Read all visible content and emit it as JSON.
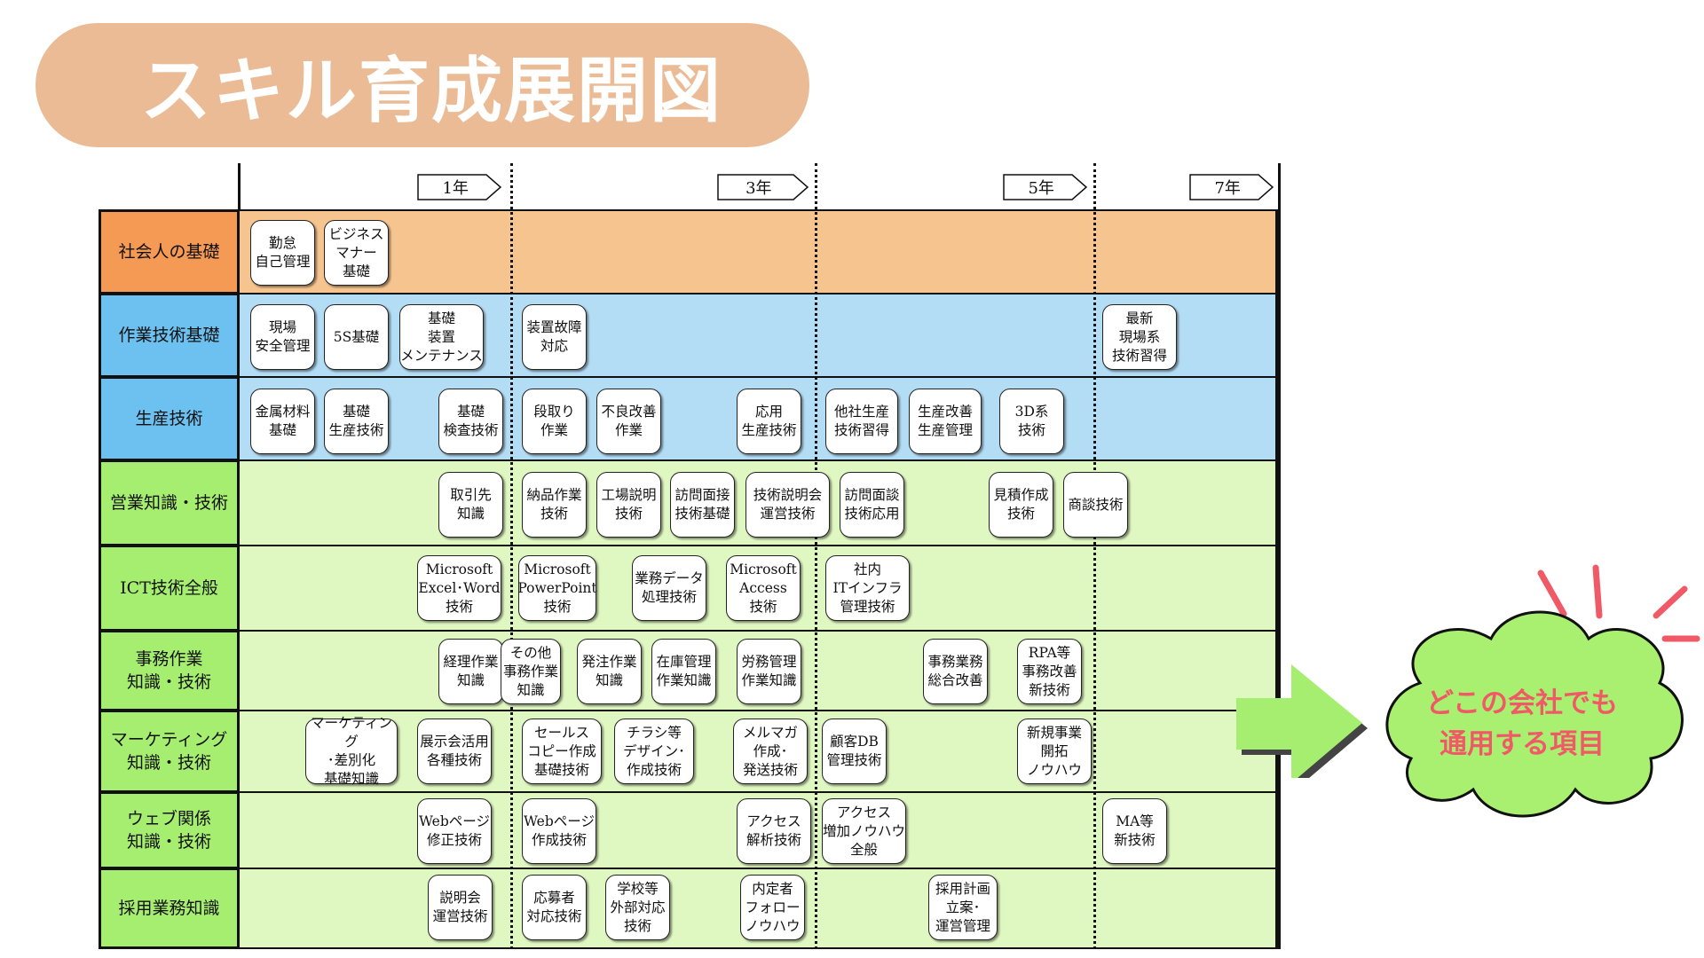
{
  "title": "スキル育成展開図",
  "timeline": [
    "1年",
    "3年",
    "5年",
    "7年"
  ],
  "colors": {
    "title_bg": "#eabb95",
    "basics_row": "#f6c48f",
    "basics_label": "#f59a55",
    "blue_row": "#b3dcf5",
    "blue_label": "#6cc1f0",
    "green_row": "#dff7c0",
    "green_label": "#a6ee70",
    "arrow": "#a6ee70",
    "cloud": "#aaf070",
    "callout_text": "#f05a66"
  },
  "rows": [
    {
      "label": "社会人の基礎",
      "skills": [
        "勤怠\n自己管理",
        "ビジネス\nマナー\n基礎"
      ]
    },
    {
      "label": "作業技術基礎",
      "skills": [
        "現場\n安全管理",
        "5S基礎",
        "基礎\n装置\nメンテナンス",
        "装置故障\n対応",
        "最新\n現場系\n技術習得"
      ]
    },
    {
      "label": "生産技術",
      "skills": [
        "金属材料\n基礎",
        "基礎\n生産技術",
        "基礎\n検査技術",
        "段取り\n作業",
        "不良改善\n作業",
        "応用\n生産技術",
        "他社生産\n技術習得",
        "生産改善\n生産管理",
        "3D系\n技術"
      ]
    },
    {
      "label": "営業知識・技術",
      "skills": [
        "取引先\n知識",
        "納品作業\n技術",
        "工場説明\n技術",
        "訪問面接\n技術基礎",
        "技術説明会\n運営技術",
        "訪問面談\n技術応用",
        "見積作成\n技術",
        "商談技術"
      ]
    },
    {
      "label": "ICT技術全般",
      "skills": [
        "Microsoft\nExcel･Word\n技術",
        "Microsoft\nPowerPoint\n技術",
        "業務データ\n処理技術",
        "Microsoft\nAccess\n技術",
        "社内\nITインフラ\n管理技術"
      ]
    },
    {
      "label": "事務作業\n知識・技術",
      "skills": [
        "経理作業\n知識",
        "その他\n事務作業\n知識",
        "発注作業\n知識",
        "在庫管理\n作業知識",
        "労務管理\n作業知識",
        "事務業務\n総合改善",
        "RPA等\n事務改善\n新技術"
      ]
    },
    {
      "label": "マーケティング\n知識・技術",
      "skills": [
        "マーケティング\n･差別化\n基礎知識",
        "展示会活用\n各種技術",
        "セールス\nコピー作成\n基礎技術",
        "チラシ等\nデザイン･\n作成技術",
        "メルマガ\n作成･\n発送技術",
        "顧客DB\n管理技術",
        "新規事業\n開拓\nノウハウ"
      ]
    },
    {
      "label": "ウェブ関係\n知識・技術",
      "skills": [
        "Webページ\n修正技術",
        "Webページ\n作成技術",
        "アクセス\n解析技術",
        "アクセス\n増加ノウハウ\n全般",
        "MA等\n新技術"
      ]
    },
    {
      "label": "採用業務知識",
      "skills": [
        "説明会\n運営技術",
        "応募者\n対応技術",
        "学校等\n外部対応\n技術",
        "内定者\nフォロー\nノウハウ",
        "採用計画\n立案･\n運営管理"
      ]
    }
  ],
  "callout": "どこの会社でも\n通用する項目"
}
